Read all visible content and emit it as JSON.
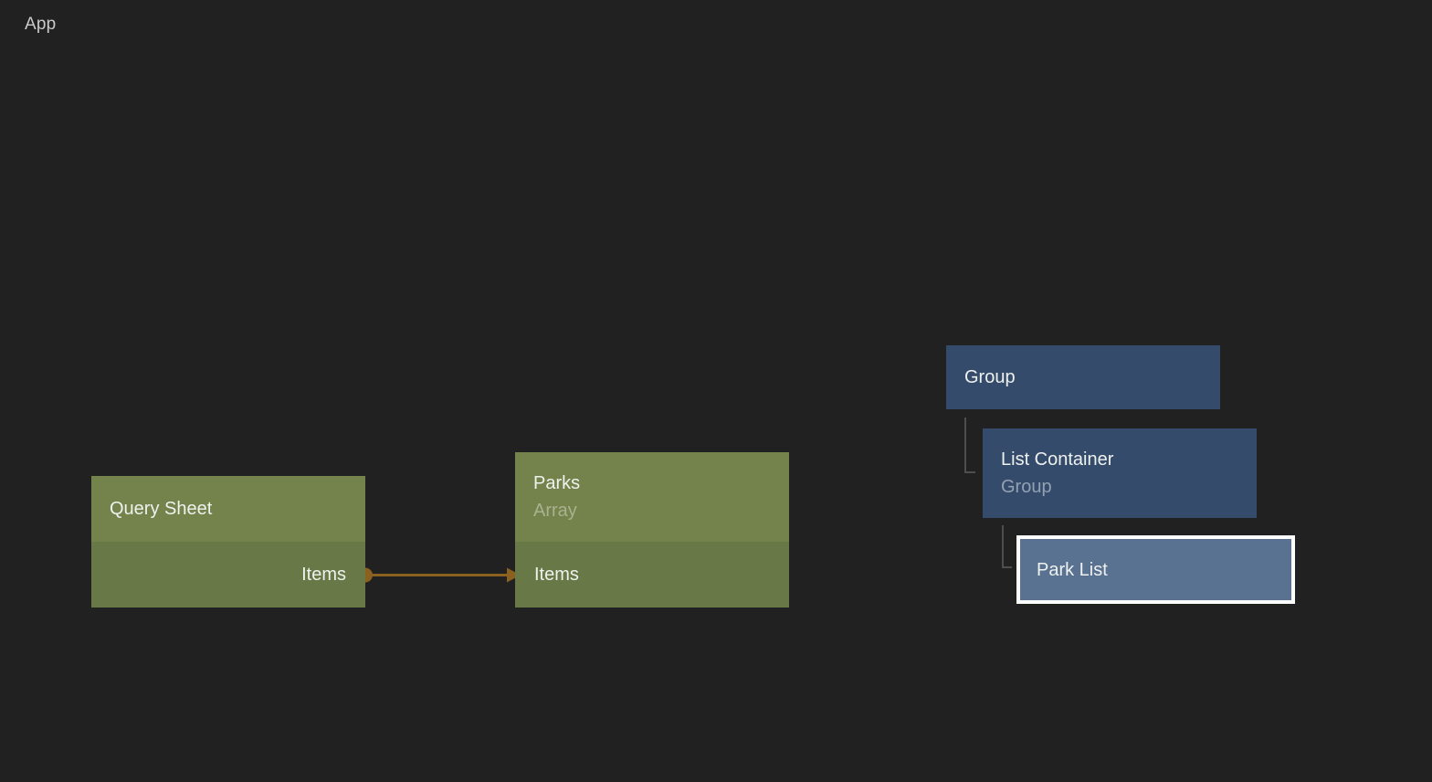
{
  "app": {
    "title": "App"
  },
  "theme": {
    "canvas_bg": "#212121",
    "app_title_color": "#c9c9c9",
    "green_header": "#74824b",
    "green_body": "#697847",
    "green_subtitle": "#a9b290",
    "blue_node": "#344b6b",
    "blue_selected": "#597292",
    "blue_subtitle": "#93a1b3",
    "selection_border": "#ffffff",
    "title_color": "#eef1ee",
    "edge_color": "#8a611f",
    "tree_line": "#4e4e4e"
  },
  "nodes": {
    "query_sheet": {
      "title": "Query Sheet",
      "output_port": "Items"
    },
    "parks": {
      "title": "Parks",
      "subtitle": "Array",
      "input_port": "Items"
    },
    "group": {
      "title": "Group"
    },
    "list_container": {
      "title": "List Container",
      "subtitle": "Group"
    },
    "park_list": {
      "title": "Park List",
      "selected": true
    }
  },
  "connections": [
    {
      "from": "Query Sheet.Items",
      "to": "Parks.Items"
    }
  ]
}
